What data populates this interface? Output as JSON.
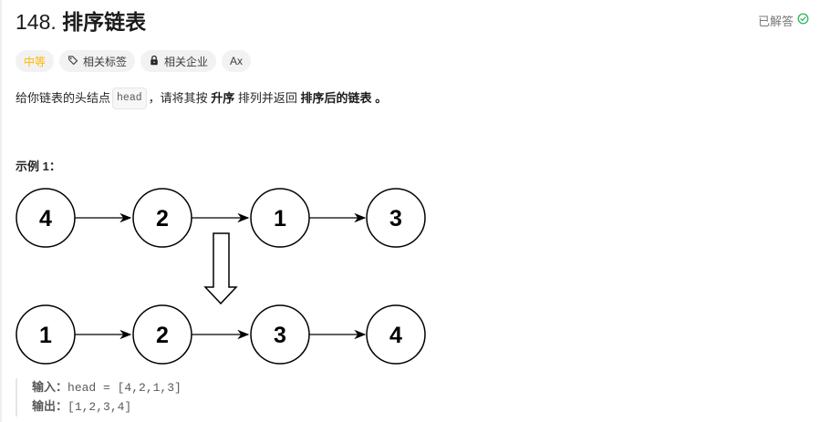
{
  "problem": {
    "number": "148.",
    "title": "排序链表",
    "status_label": "已解答",
    "status_color": "#2db55d"
  },
  "tags": {
    "difficulty": "中等",
    "difficulty_color": "#ffb800",
    "topics": "相关标签",
    "companies": "相关企业",
    "translate": "Ax"
  },
  "description": {
    "part1": "给你链表的头结点",
    "code": "head",
    "part2": "，请将其按",
    "bold1": "升序",
    "part3": "排列并返回",
    "bold2": "排序后的链表",
    "part4": "。"
  },
  "example": {
    "title": "示例 1：",
    "input_nodes": [
      "4",
      "2",
      "1",
      "3"
    ],
    "output_nodes": [
      "1",
      "2",
      "3",
      "4"
    ],
    "input_label": "输入：",
    "input_value": "head = [4,2,1,3]",
    "output_label": "输出：",
    "output_value": "[1,2,3,4]"
  }
}
